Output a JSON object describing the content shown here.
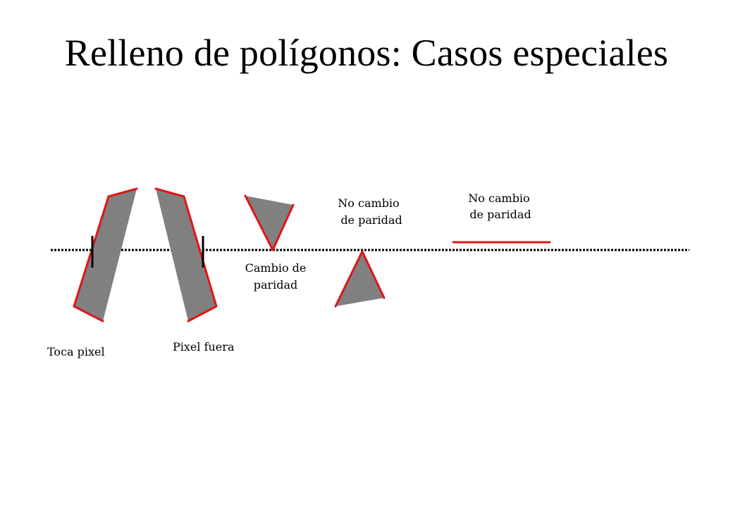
{
  "title": "Relleno de polígonos: Casos especiales",
  "labels": {
    "toca_pixel": "Toca pixel",
    "pixel_fuera": "Pixel fuera",
    "cambio_paridad_line1": "Cambio de",
    "cambio_paridad_line2": "paridad",
    "no_cambio_1_line1": "No cambio",
    "no_cambio_1_line2": "de paridad",
    "no_cambio_2_line1": "No cambio",
    "no_cambio_2_line2": "de paridad"
  },
  "colors": {
    "fill": "#808080",
    "edge": "#e01515",
    "scanline": "#000000",
    "marker": "#000000"
  }
}
